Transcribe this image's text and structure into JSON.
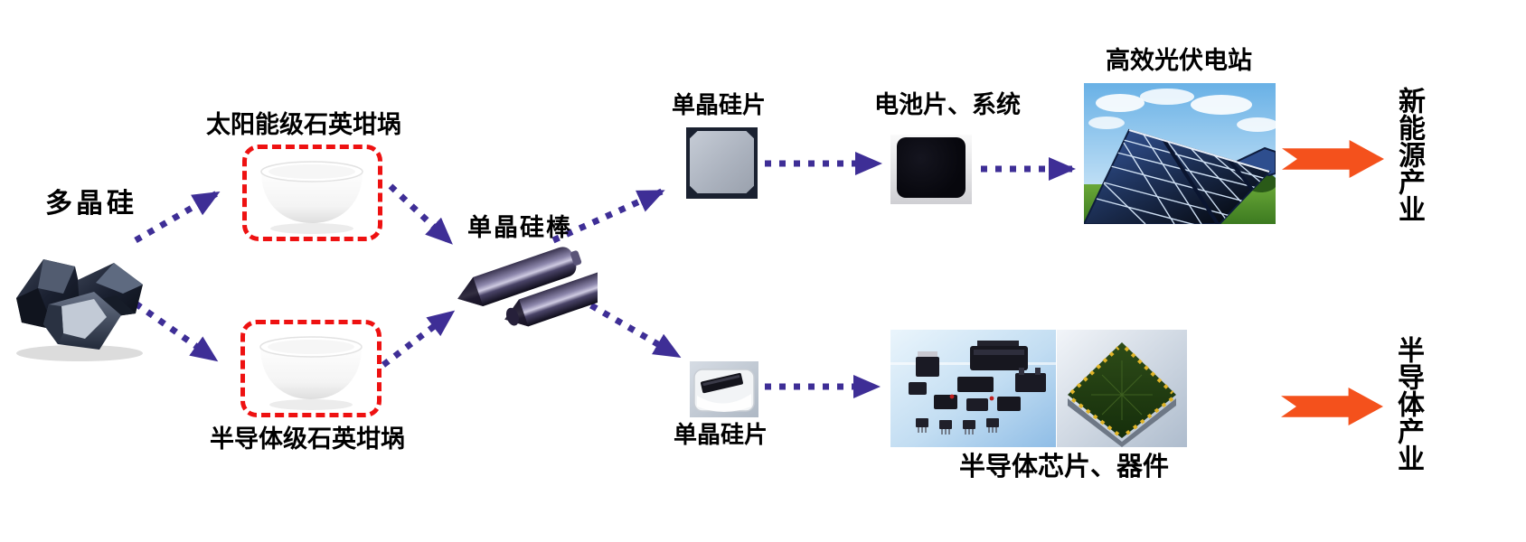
{
  "nodes": {
    "polysilicon": "多晶硅",
    "solar_crucible": "太阳能级石英坩埚",
    "semi_crucible": "半导体级石英坩埚",
    "mono_rod": "单晶硅棒",
    "solar_wafer": "单晶硅片",
    "cell_system": "电池片、系统",
    "pv_station": "高效光伏电站",
    "new_energy_industry": "新能源产业",
    "semi_wafer": "单晶硅片",
    "semi_chips": "半导体芯片、器件",
    "semiconductor_industry": "半导体产业"
  },
  "edges": [
    {
      "from": "polysilicon",
      "to": "solar_crucible"
    },
    {
      "from": "polysilicon",
      "to": "semi_crucible"
    },
    {
      "from": "solar_crucible",
      "to": "mono_rod"
    },
    {
      "from": "semi_crucible",
      "to": "mono_rod"
    },
    {
      "from": "mono_rod",
      "to": "solar_wafer"
    },
    {
      "from": "mono_rod",
      "to": "semi_wafer"
    },
    {
      "from": "solar_wafer",
      "to": "cell_system"
    },
    {
      "from": "cell_system",
      "to": "pv_station"
    },
    {
      "from": "pv_station",
      "to": "new_energy_industry"
    },
    {
      "from": "semi_wafer",
      "to": "semi_chips"
    },
    {
      "from": "semi_chips",
      "to": "semiconductor_industry"
    }
  ],
  "colors": {
    "flow_arrow_dash": "#3e2e96",
    "highlight_box": "#ee1111",
    "industry_arrow": "#f4511c",
    "text": "#000000",
    "background": "#ffffff"
  }
}
